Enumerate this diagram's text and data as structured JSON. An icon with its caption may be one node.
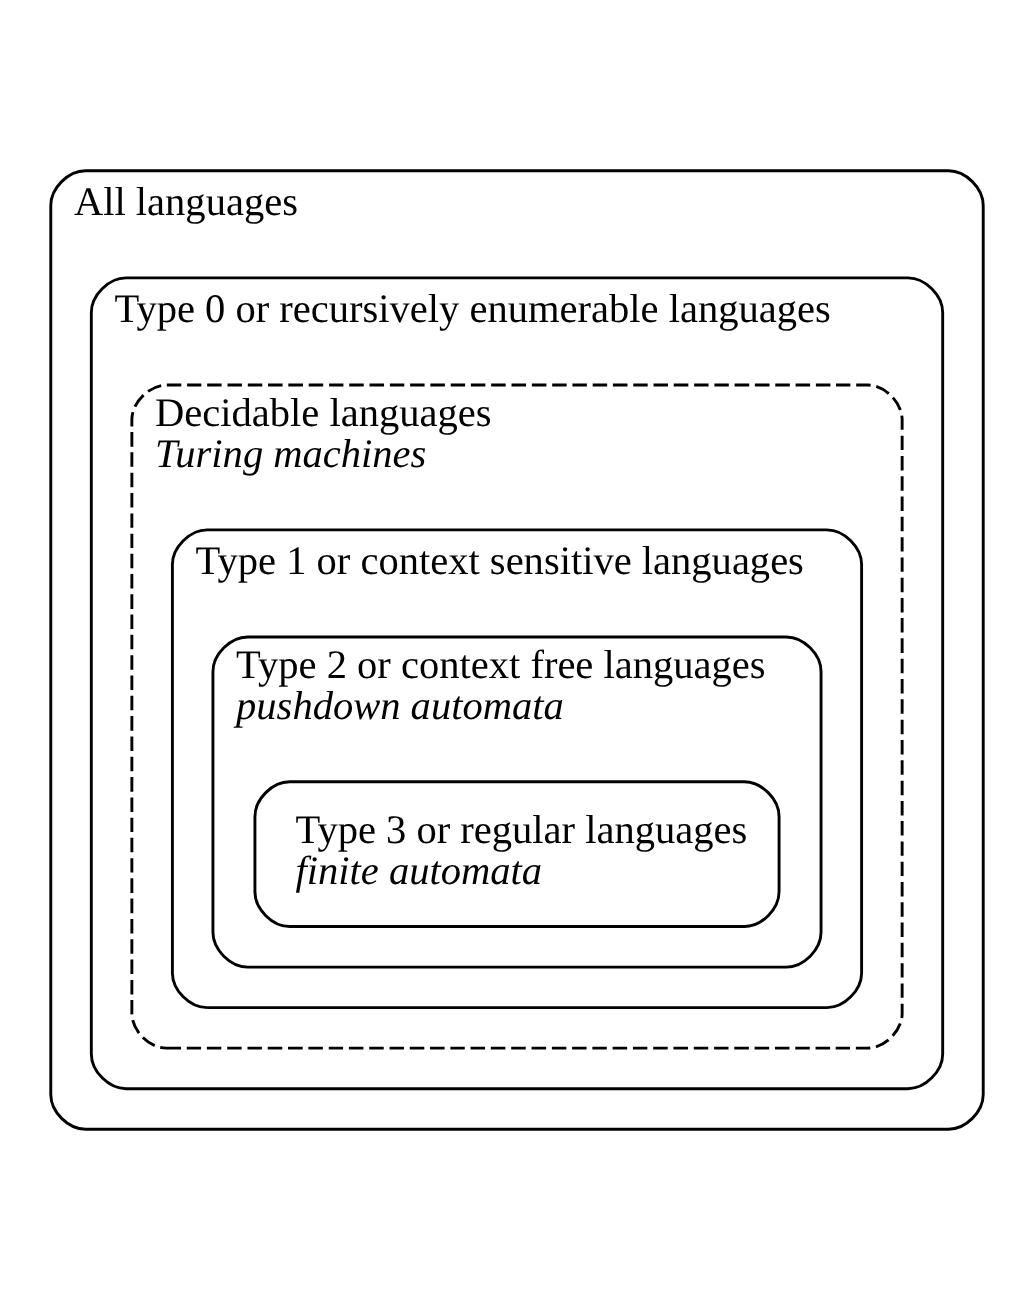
{
  "diagram": {
    "nodes": [
      {
        "text": [
          "All languages"
        ]
      },
      {
        "text": [
          "Type 0 or recursively enumerable languages"
        ],
        "in": 0
      },
      {
        "text": [
          "Decidable languages",
          "Turing machines"
        ],
        "in": 1
      },
      {
        "text": [
          "Type 1 or context sensitive languages"
        ],
        "in": 2
      },
      {
        "text": [
          "Type 2 or context free languages",
          "pushdown automata"
        ],
        "in": 3
      },
      {
        "text": [
          "Type 3 or regular languages",
          "finite automata"
        ],
        "in": 4
      }
    ]
  }
}
